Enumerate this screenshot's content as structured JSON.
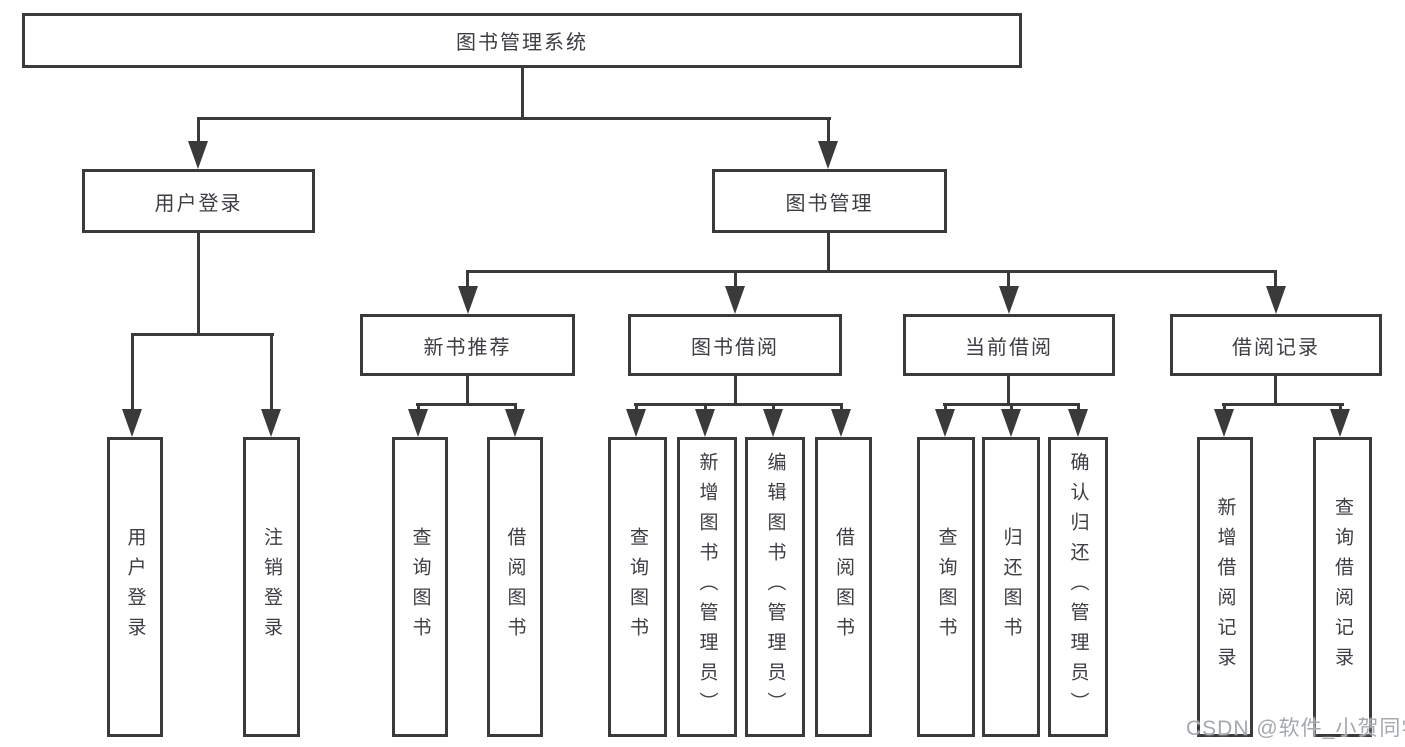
{
  "diagram": {
    "type": "hierarchy",
    "root": {
      "label": "图书管理系统"
    },
    "level1": [
      {
        "label": "用户登录",
        "parent": "图书管理系统"
      },
      {
        "label": "图书管理",
        "parent": "图书管理系统"
      }
    ],
    "level2": [
      {
        "label": "新书推荐",
        "parent": "图书管理"
      },
      {
        "label": "图书借阅",
        "parent": "图书管理"
      },
      {
        "label": "当前借阅",
        "parent": "图书管理"
      },
      {
        "label": "借阅记录",
        "parent": "图书管理"
      }
    ],
    "leaves": [
      {
        "label": "用户登录",
        "parent": "用户登录"
      },
      {
        "label": "注销登录",
        "parent": "用户登录"
      },
      {
        "label": "查询图书",
        "parent": "新书推荐"
      },
      {
        "label": "借阅图书",
        "parent": "新书推荐"
      },
      {
        "label": "查询图书",
        "parent": "图书借阅"
      },
      {
        "label": "新增图书（管理员）",
        "parent": "图书借阅"
      },
      {
        "label": "编辑图书（管理员）",
        "parent": "图书借阅"
      },
      {
        "label": "借阅图书",
        "parent": "图书借阅"
      },
      {
        "label": "查询图书",
        "parent": "当前借阅"
      },
      {
        "label": "归还图书",
        "parent": "当前借阅"
      },
      {
        "label": "确认归还（管理员）",
        "parent": "当前借阅"
      },
      {
        "label": "新增借阅记录",
        "parent": "借阅记录"
      },
      {
        "label": "查询借阅记录",
        "parent": "借阅记录"
      }
    ]
  },
  "watermark": {
    "text": "CSDN @软件_小贺同学"
  },
  "colors": {
    "line": "#3a3a3a",
    "text": "#3d3d42",
    "background": "#ffffff",
    "watermark": "#a4a9ae"
  }
}
